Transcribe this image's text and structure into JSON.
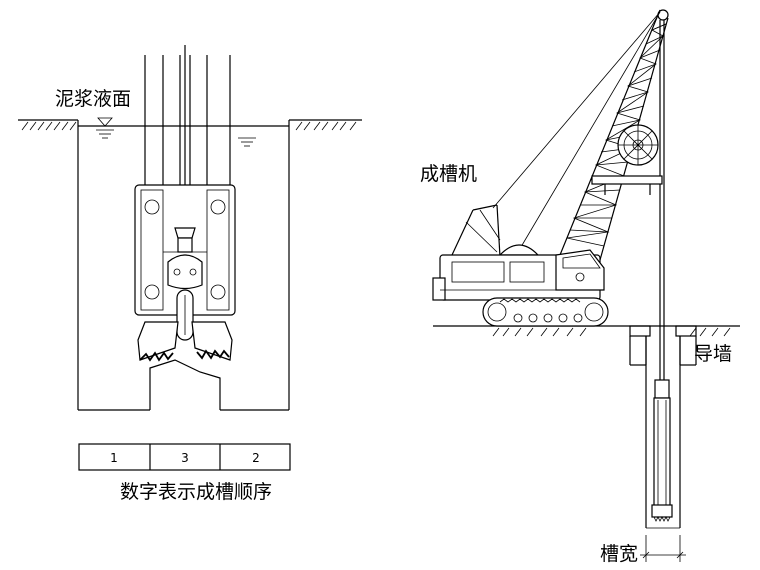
{
  "labels": {
    "slurry_level": "泥浆液面",
    "machine": "成槽机",
    "guide_wall": "导墙",
    "trench_width": "槽宽",
    "sequence_caption": "数字表示成槽顺序"
  },
  "sequence": [
    "1",
    "3",
    "2"
  ]
}
